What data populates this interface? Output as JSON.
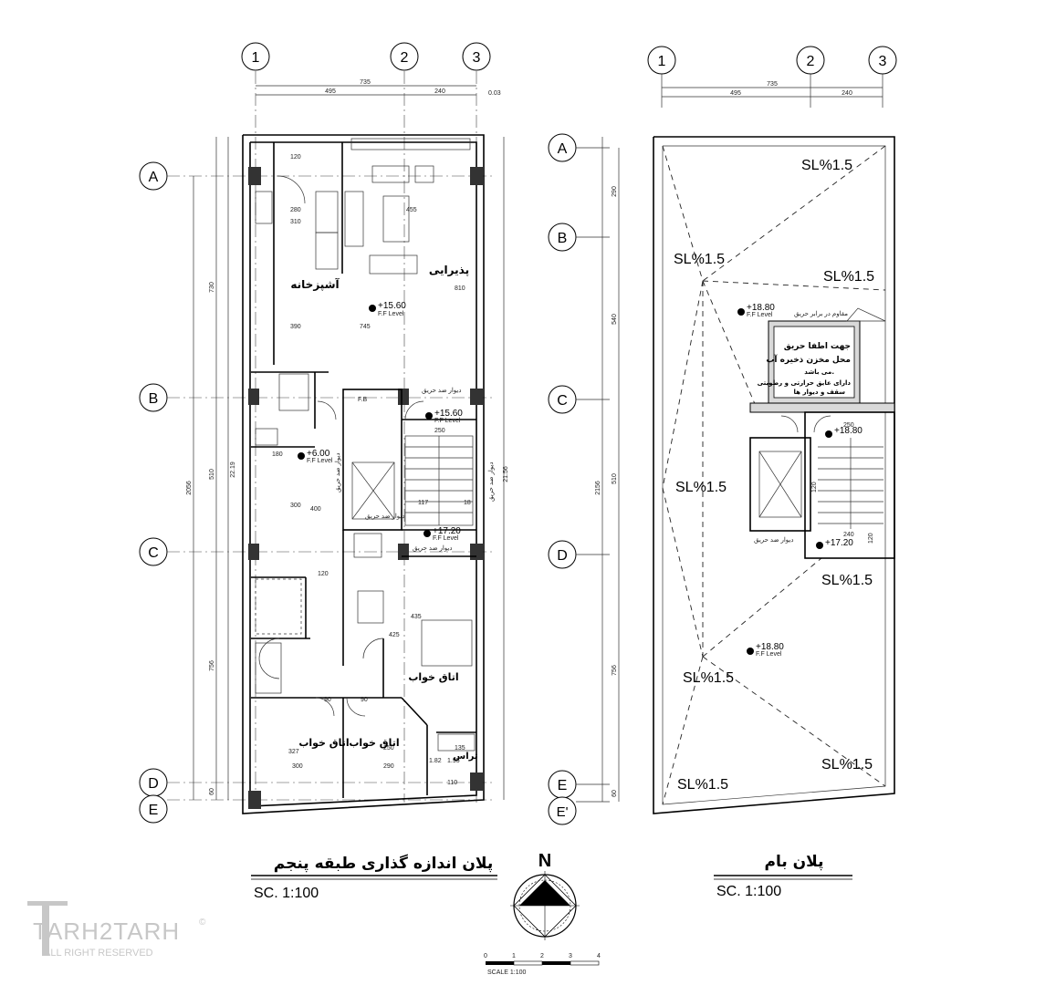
{
  "left_plan": {
    "grid_cols": [
      "1",
      "2",
      "3"
    ],
    "grid_rows": [
      "A",
      "B",
      "C",
      "D",
      "E"
    ],
    "dims_top": {
      "total": "735",
      "a": "495",
      "b": "240",
      "extra": "0.03"
    },
    "dims_left": [
      "730",
      "510",
      "756",
      "60"
    ],
    "dims_overall": [
      "2056",
      "22.19"
    ],
    "dim_right_total": "21.56",
    "interior_dims": [
      "120",
      "280",
      "310",
      "455",
      "390",
      "745",
      "810",
      "250",
      "180",
      "300",
      "400",
      "120",
      "435",
      "425",
      "327",
      "300",
      "290",
      "250",
      "90",
      "90",
      "1.82",
      "1.95",
      "135",
      "110",
      "117",
      "18"
    ],
    "levels": [
      "+15.60",
      "+15.60",
      "+6.00",
      "+17.20"
    ],
    "level_sub": "F.F Level",
    "room_labels": [
      "پذیرایی",
      "آشپزخانه",
      "اتاق خواب",
      "اتاق خواب",
      "اتاق خواب",
      "تراس"
    ],
    "wall_notes": [
      "دیوار ضد حریق",
      "دیوار ضد حریق",
      "دیوار ضد حریق",
      "دیوار ضد حریق",
      "دیوار ضد حریق"
    ],
    "fb_label": "F.B",
    "title": "پلان اندازه گذاری طبقه پنجم",
    "scale": "SC. 1:100"
  },
  "right_plan": {
    "grid_cols": [
      "1",
      "2",
      "3"
    ],
    "grid_rows": [
      "A",
      "B",
      "C",
      "D",
      "E",
      "E'"
    ],
    "dims_top": {
      "total": "735",
      "a": "495",
      "b": "240"
    },
    "dims_left": [
      "290",
      "540",
      "510",
      "756",
      "60"
    ],
    "dim_overall": "2156",
    "slopes": [
      "SL%1.5",
      "SL%1.5",
      "SL%1.5",
      "SL%1.5",
      "SL%1.5",
      "SL%1.5",
      "SL%1.5",
      "SL%1.5"
    ],
    "levels": [
      "+18.80",
      "+18.80",
      "+17.20",
      "+18.80"
    ],
    "level_sub": "F.F Level",
    "tank_note": [
      "جهت اطفا حریق",
      "محل مخزن ذخیره آب",
      "می باشد.",
      "دارای عایق حرارتی و رطوبتی",
      "سقف و دیوار ها"
    ],
    "tank_top_note": "مقاوم در برابر حریق",
    "wall_notes": [
      "دیوار ضد حریق"
    ],
    "stair_dims": [
      "250",
      "240",
      "120",
      "120"
    ],
    "title": "پلان بام",
    "scale": "SC. 1:100"
  },
  "north": {
    "letter": "N"
  },
  "scale_bar": {
    "ticks": [
      "0",
      "1",
      "2",
      "3",
      "4"
    ],
    "label": "SCALE  1:100"
  },
  "watermark": {
    "brand": "TARH2TARH",
    "sub": "ALL RIGHT RESERVED",
    "mark": "©"
  }
}
